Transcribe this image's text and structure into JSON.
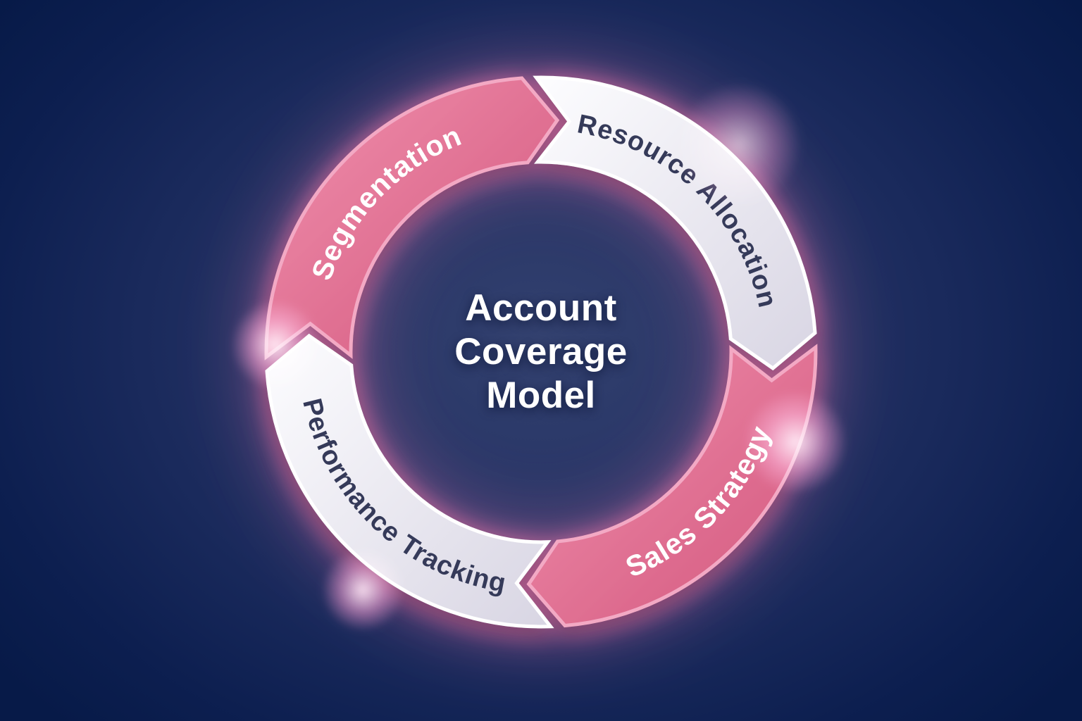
{
  "diagram": {
    "type": "cycle",
    "flow_direction": "clockwise",
    "title_lines": [
      "Account",
      "Coverage",
      "Model"
    ],
    "segments": [
      {
        "id": "segmentation",
        "label": "Segmentation",
        "theme": "pink",
        "position": "top-left"
      },
      {
        "id": "resource-allocation",
        "label": "Resource Allocation",
        "theme": "light",
        "position": "top-right"
      },
      {
        "id": "sales-strategy",
        "label": "Sales Strategy",
        "theme": "pink",
        "position": "bottom-right"
      },
      {
        "id": "performance-tracking",
        "label": "Performance Tracking",
        "theme": "light",
        "position": "bottom-left"
      }
    ]
  },
  "colors": {
    "background_center": "#33416f",
    "background_edge": "#071a48",
    "pink_light": "#f191ae",
    "pink_deep": "#d2557c",
    "pink_rim": "#f3a9c4",
    "light_top": "#fdfdff",
    "light_bottom": "#d8d5e3",
    "label_on_light": "#353a59",
    "label_on_pink": "#ffffff",
    "title_text": "#ffffff",
    "glow_pink": "#ff7fb5"
  }
}
